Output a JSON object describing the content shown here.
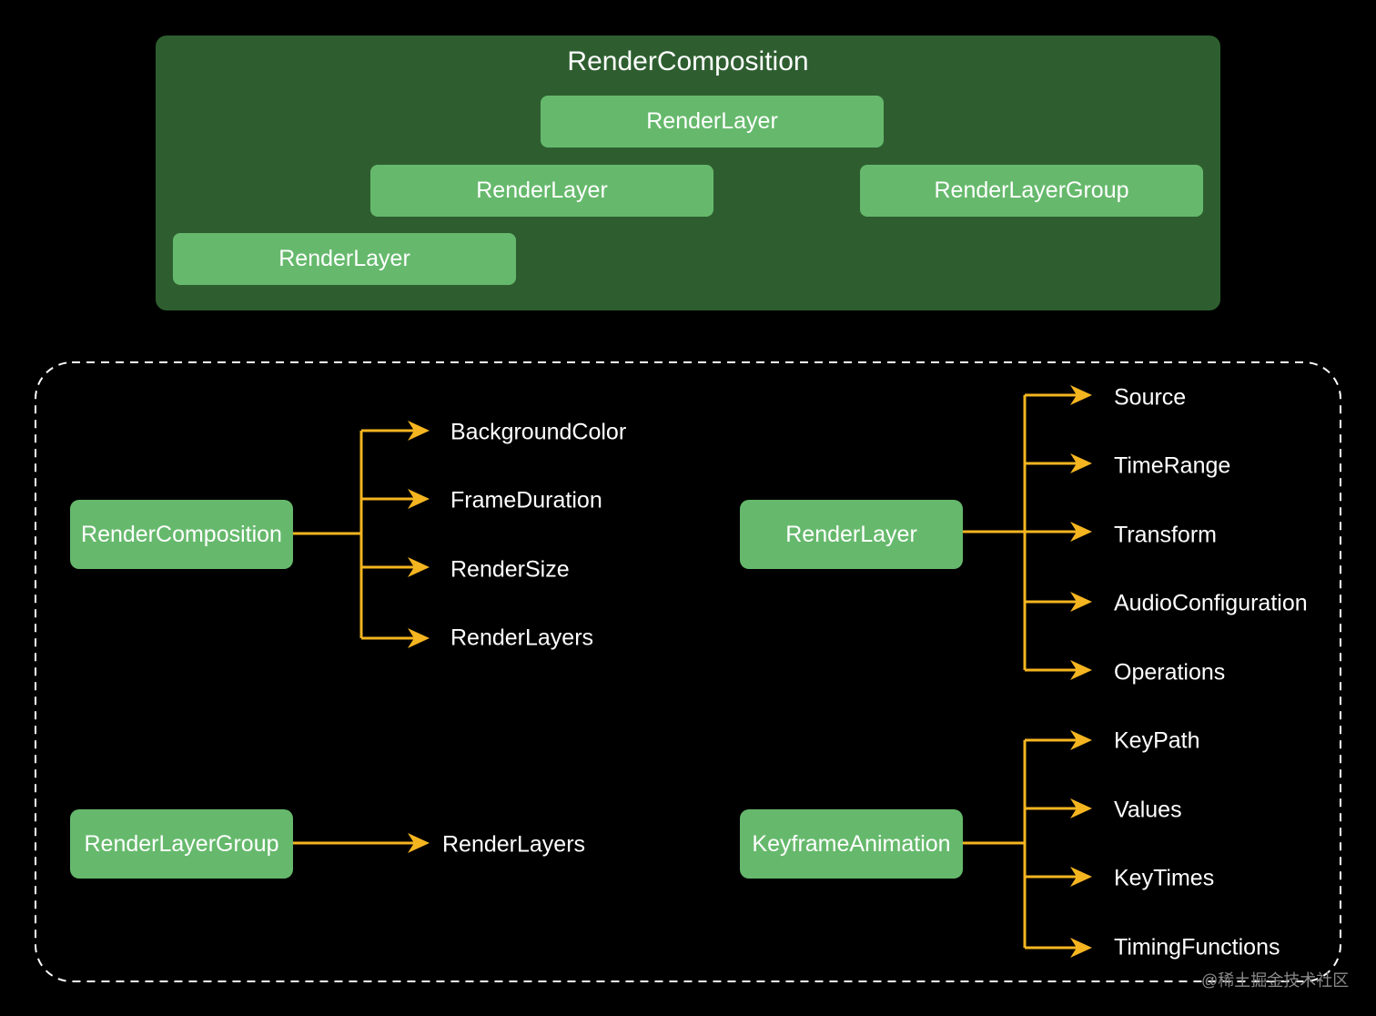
{
  "colors": {
    "background": "#000000",
    "container": "#2e5e30",
    "node": "#66b96c",
    "arrow": "#f5b520",
    "text": "#ffffff",
    "dashed_border": "#ffffff"
  },
  "hierarchy": {
    "title": "RenderComposition",
    "layers": [
      {
        "label": "RenderLayer"
      },
      {
        "label": "RenderLayer"
      },
      {
        "label": "RenderLayerGroup"
      },
      {
        "label": "RenderLayer"
      }
    ]
  },
  "properties": {
    "render_composition": {
      "label": "RenderComposition",
      "fields": [
        "BackgroundColor",
        "FrameDuration",
        "RenderSize",
        "RenderLayers"
      ]
    },
    "render_layer": {
      "label": "RenderLayer",
      "fields": [
        "Source",
        "TimeRange",
        "Transform",
        "AudioConfiguration",
        "Operations"
      ]
    },
    "render_layer_group": {
      "label": "RenderLayerGroup",
      "fields": [
        "RenderLayers"
      ]
    },
    "keyframe_animation": {
      "label": "KeyframeAnimation",
      "fields": [
        "KeyPath",
        "Values",
        "KeyTimes",
        "TimingFunctions"
      ]
    }
  },
  "watermark": "@稀土掘金技术社区"
}
